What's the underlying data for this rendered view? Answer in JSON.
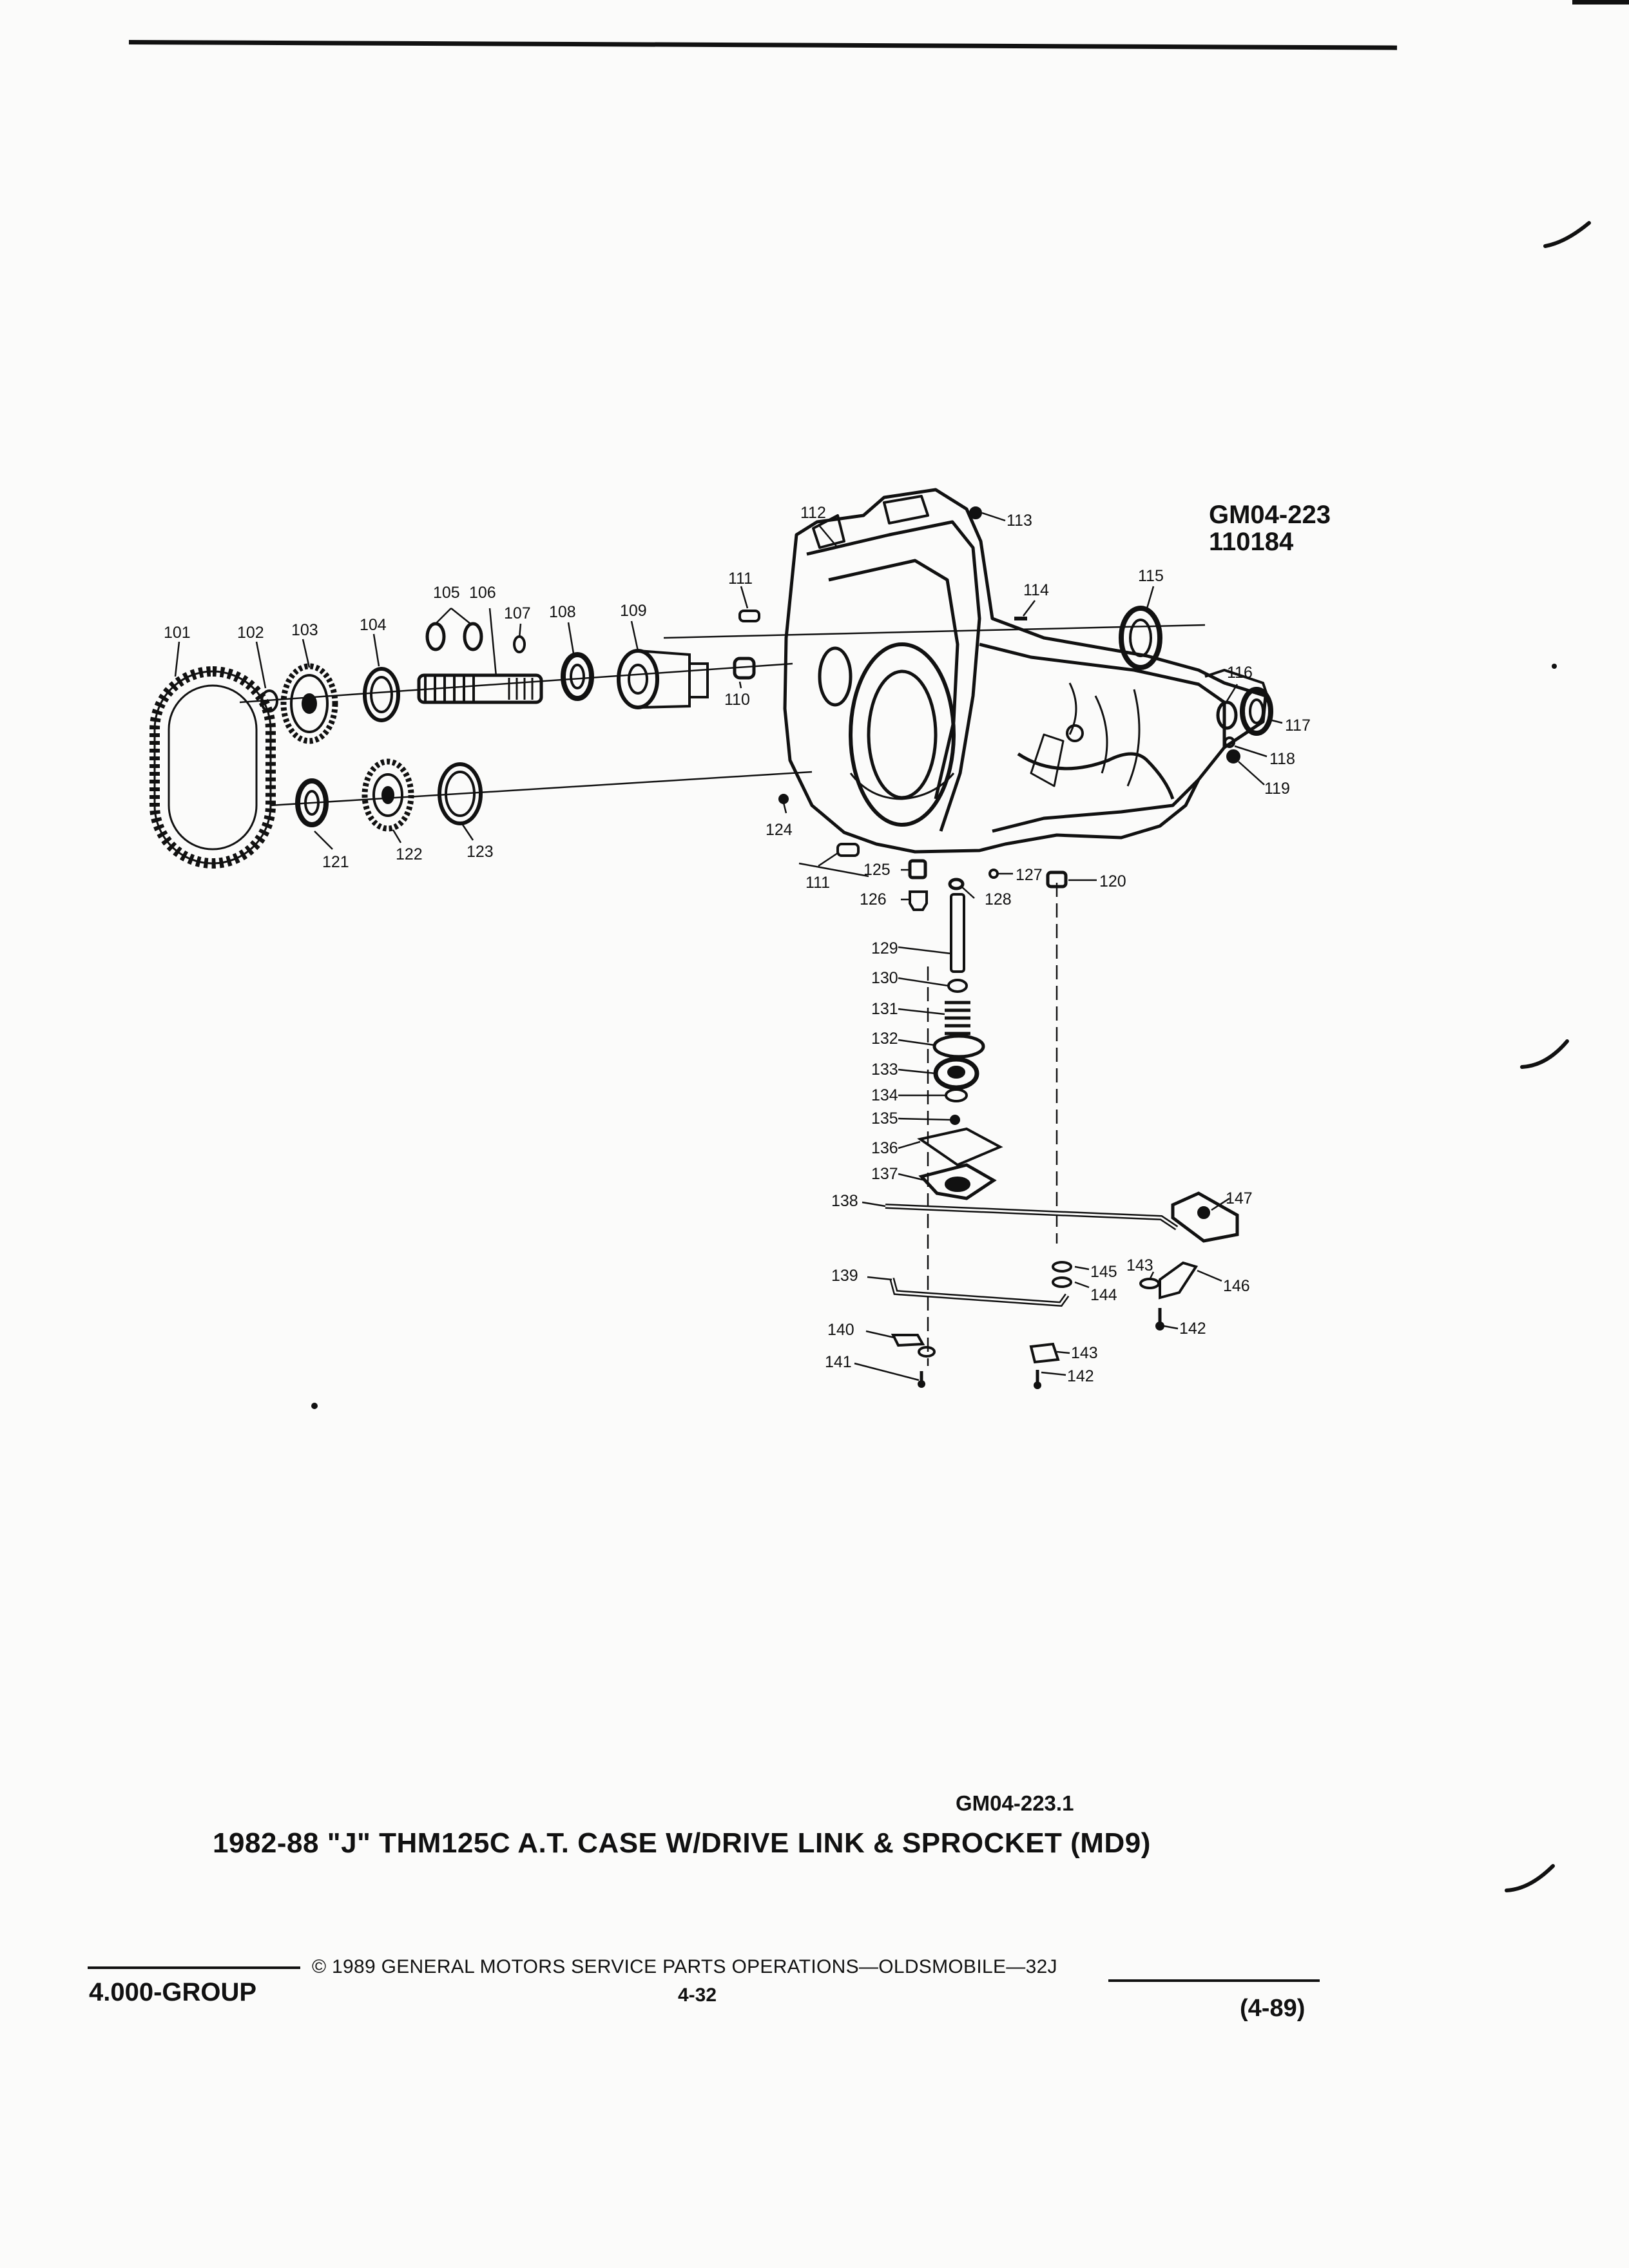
{
  "header": {
    "drawing_code": "GM04-223",
    "drawing_number": "110184"
  },
  "callouts": [
    "101",
    "102",
    "103",
    "104",
    "105",
    "106",
    "107",
    "108",
    "109",
    "110",
    "111",
    "112",
    "113",
    "114",
    "115",
    "116",
    "117",
    "118",
    "119",
    "120",
    "121",
    "122",
    "123",
    "124",
    "125",
    "126",
    "127",
    "128",
    "129",
    "130",
    "131",
    "132",
    "133",
    "134",
    "135",
    "136",
    "137",
    "138",
    "139",
    "140",
    "141",
    "142",
    "143",
    "144",
    "145",
    "146",
    "147"
  ],
  "caption": {
    "code": "GM04-223.1",
    "title": "1982-88 \"J\" THM125C A.T. CASE W/DRIVE LINK & SPROCKET (MD9)"
  },
  "footer": {
    "group": "4.000-GROUP",
    "copyright": "© 1989 GENERAL MOTORS SERVICE PARTS OPERATIONS—OLDSMOBILE—32J",
    "page": "4-32",
    "date": "(4-89)"
  }
}
